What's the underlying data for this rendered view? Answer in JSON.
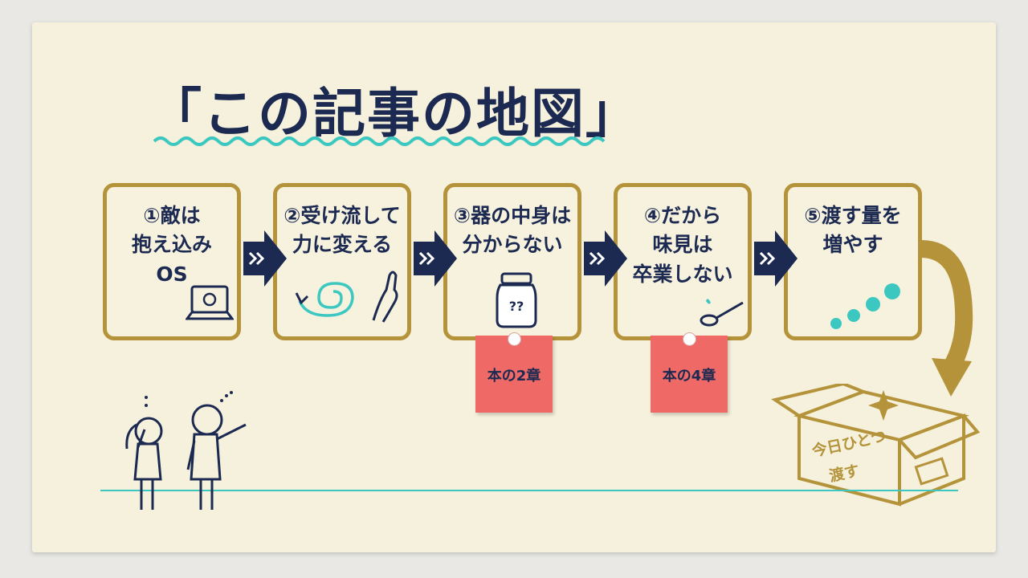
{
  "title": "「この記事の地図」",
  "steps": [
    {
      "text": "①敵は\n抱え込み\nOS"
    },
    {
      "text": "②受け流して\n力に変える"
    },
    {
      "text": "③器の中身は\n分からない"
    },
    {
      "text": "④だから\n味見は\n卒業しない"
    },
    {
      "text": "⑤渡す量を\n増やす"
    }
  ],
  "notes": [
    {
      "label": "本の2章"
    },
    {
      "label": "本の4章"
    }
  ],
  "box": {
    "line1": "今日ひとつ",
    "line2": "渡す"
  },
  "colors": {
    "navy": "#1c2a52",
    "gold": "#b4933a",
    "teal": "#3cc8c0",
    "paper": "#f6f1dc",
    "note": "#ef6a66"
  },
  "icons": [
    "laptop-icon",
    "spiral-icon",
    "jar-icon",
    "spoon-icon",
    "dots-icon",
    "arrow-icon",
    "box-icon",
    "people-icon"
  ]
}
